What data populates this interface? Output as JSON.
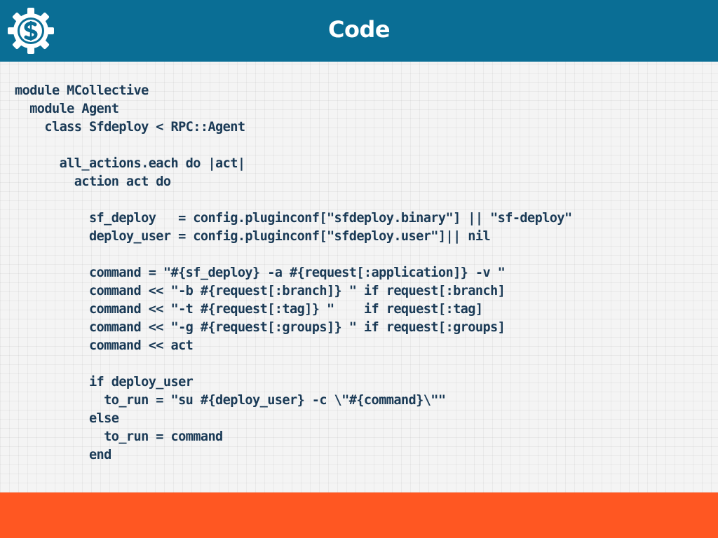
{
  "slide": {
    "title": "Code",
    "logo_icon": "symfony-gear-logo",
    "colors": {
      "header": "#0a6e95",
      "footer": "#ff5722",
      "code_text": "#1a3a56",
      "background": "#f4f4f4"
    }
  },
  "code": {
    "lines": [
      "module MCollective",
      "  module Agent",
      "    class Sfdeploy < RPC::Agent",
      "",
      "      all_actions.each do |act|",
      "        action act do",
      "",
      "          sf_deploy   = config.pluginconf[\"sfdeploy.binary\"] || \"sf-deploy\"",
      "          deploy_user = config.pluginconf[\"sfdeploy.user\"]|| nil",
      "",
      "          command = \"#{sf_deploy} -a #{request[:application]} -v \"",
      "          command << \"-b #{request[:branch]} \" if request[:branch]",
      "          command << \"-t #{request[:tag]} \"    if request[:tag]",
      "          command << \"-g #{request[:groups]} \" if request[:groups]",
      "          command << act",
      "",
      "          if deploy_user",
      "            to_run = \"su #{deploy_user} -c \\\"#{command}\\\"\"",
      "          else",
      "            to_run = command",
      "          end"
    ]
  }
}
